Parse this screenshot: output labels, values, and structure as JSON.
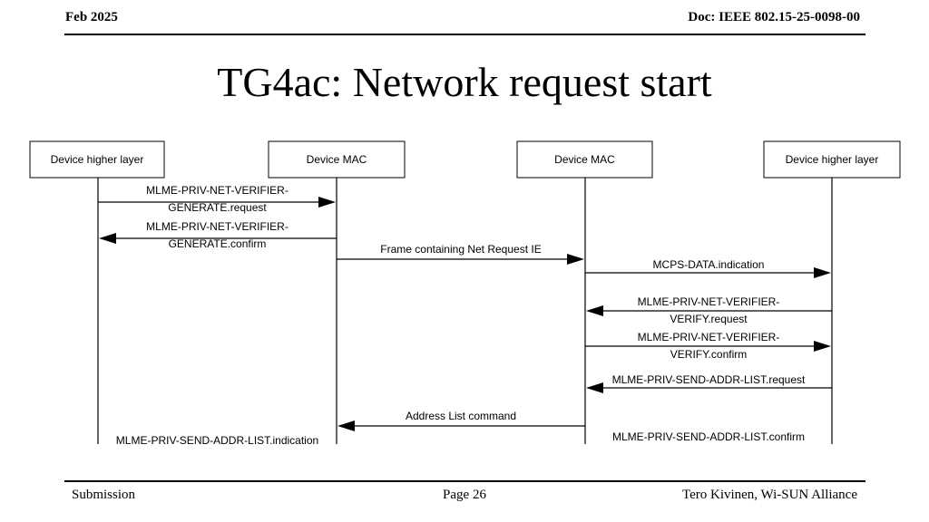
{
  "header": {
    "date": "Feb 2025",
    "doc_id": "Doc: IEEE 802.15-25-0098-00"
  },
  "title": "TG4ac: Network request start",
  "diagram": {
    "lifelines": [
      {
        "id": "device-higher-layer-left",
        "label": "Device higher layer"
      },
      {
        "id": "device-mac-left",
        "label": "Device MAC"
      },
      {
        "id": "device-mac-right",
        "label": "Device MAC"
      },
      {
        "id": "device-higher-layer-right",
        "label": "Device higher layer"
      }
    ],
    "messages": [
      {
        "from": 0,
        "to": 1,
        "lines": [
          "MLME-PRIV-NET-VERIFIER-",
          "GENERATE.request"
        ]
      },
      {
        "from": 1,
        "to": 0,
        "lines": [
          "MLME-PRIV-NET-VERIFIER-",
          "GENERATE.confirm"
        ]
      },
      {
        "from": 1,
        "to": 2,
        "lines": [
          "Frame containing Net Request IE"
        ]
      },
      {
        "from": 2,
        "to": 3,
        "lines": [
          "MCPS-DATA.indication"
        ]
      },
      {
        "from": 3,
        "to": 2,
        "lines": [
          "MLME-PRIV-NET-VERIFIER-",
          "VERIFY.request"
        ]
      },
      {
        "from": 2,
        "to": 3,
        "lines": [
          "MLME-PRIV-NET-VERIFIER-",
          "VERIFY.confirm"
        ]
      },
      {
        "from": 3,
        "to": 2,
        "lines": [
          "MLME-PRIV-SEND-ADDR-LIST.request"
        ]
      },
      {
        "from": 2,
        "to": 1,
        "lines": [
          "Address List command"
        ]
      },
      {
        "from": 1,
        "to": 0,
        "lines": [
          "MLME-PRIV-SEND-ADDR-LIST.indication"
        ],
        "partial": true
      },
      {
        "from": 2,
        "to": 3,
        "lines": [
          "MLME-PRIV-SEND-ADDR-LIST.confirm"
        ],
        "partial": true
      }
    ]
  },
  "footer": {
    "left": "Submission",
    "center": "Page 26",
    "right": "Tero Kivinen, Wi-SUN Alliance"
  }
}
